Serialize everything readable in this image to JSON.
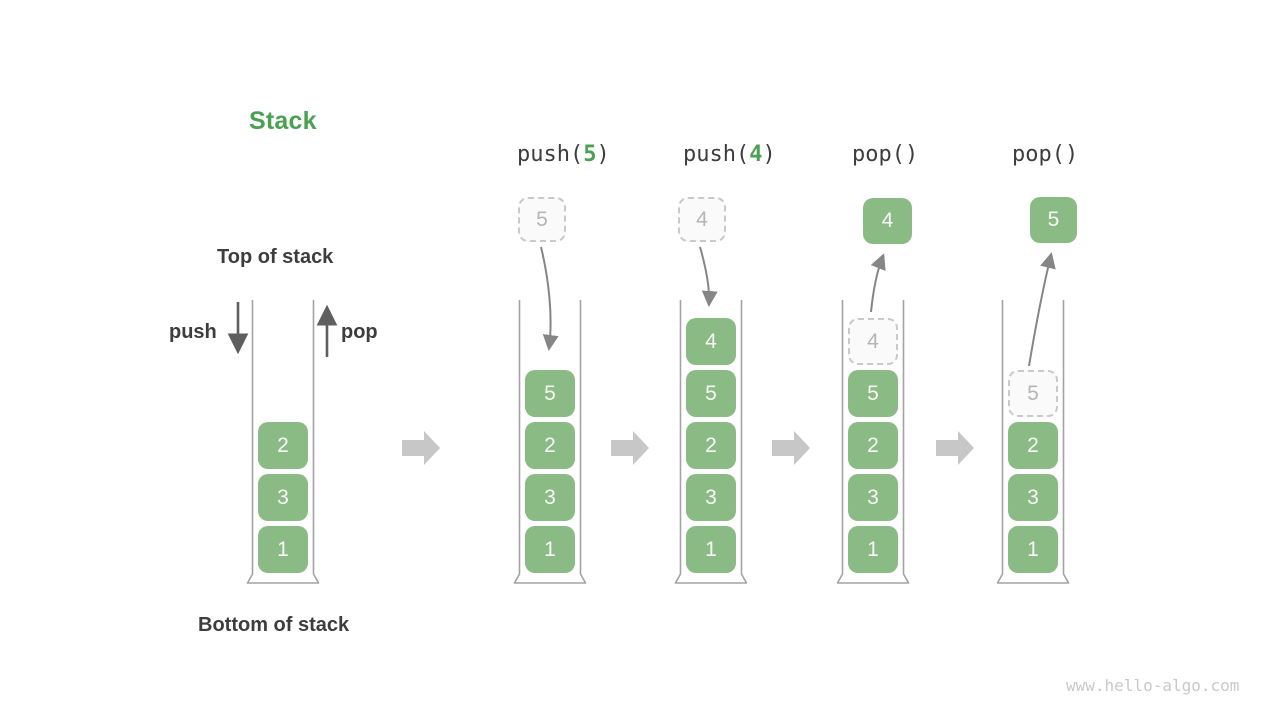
{
  "labels": {
    "title": "Stack",
    "top_of_stack": "Top of stack",
    "bottom_of_stack": "Bottom of stack",
    "push": "push",
    "pop": "pop"
  },
  "operations": [
    {
      "name": "push",
      "open": "(",
      "arg": "5",
      "close": ")"
    },
    {
      "name": "push",
      "open": "(",
      "arg": "4",
      "close": ")"
    },
    {
      "name": "pop",
      "open": "(",
      "arg": "",
      "close": ")"
    },
    {
      "name": "pop",
      "open": "(",
      "arg": "",
      "close": ")"
    }
  ],
  "floating": {
    "incoming_5": "5",
    "incoming_4": "4",
    "popped_4": "4",
    "popped_5": "5"
  },
  "stacks": [
    {
      "desc": "initial stack",
      "ghost": null,
      "cells": [
        "2",
        "3",
        "1"
      ]
    },
    {
      "desc": "after push(5)",
      "ghost": null,
      "cells": [
        "5",
        "2",
        "3",
        "1"
      ]
    },
    {
      "desc": "after push(4)",
      "ghost": null,
      "cells": [
        "4",
        "5",
        "2",
        "3",
        "1"
      ]
    },
    {
      "desc": "after first pop",
      "ghost": "4",
      "cells": [
        "5",
        "2",
        "3",
        "1"
      ]
    },
    {
      "desc": "after second pop",
      "ghost": "5",
      "cells": [
        "2",
        "3",
        "1"
      ]
    }
  ],
  "watermark": "www.hello-algo.com",
  "colors": {
    "green_accent": "#4ca052",
    "box_green": "#8abb84",
    "ghost_bg": "#fafafa",
    "ghost_border": "#c9c9c9",
    "ghost_text": "#b5b5b5",
    "label_dark": "#3d3d3d",
    "arrow_gray": "#868686",
    "dark_arrow": "#5f5f5f",
    "block_arrow": "#c7c7c7",
    "container_stroke": "#a3a3a3",
    "watermark_gray": "#c9c9c9"
  }
}
